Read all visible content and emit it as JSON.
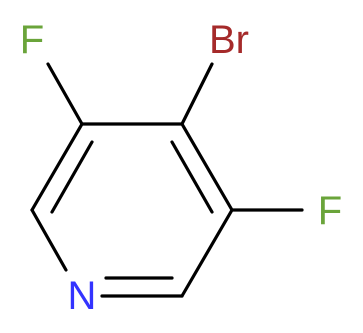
{
  "molecule": {
    "atoms": {
      "fluorine_left": {
        "symbol": "F",
        "color": "#6aa43a"
      },
      "bromine": {
        "symbol": "Br",
        "color": "#a52a2a"
      },
      "fluorine_right": {
        "symbol": "F",
        "color": "#6aa43a"
      },
      "nitrogen": {
        "symbol": "N",
        "color": "#3333ff"
      }
    }
  }
}
